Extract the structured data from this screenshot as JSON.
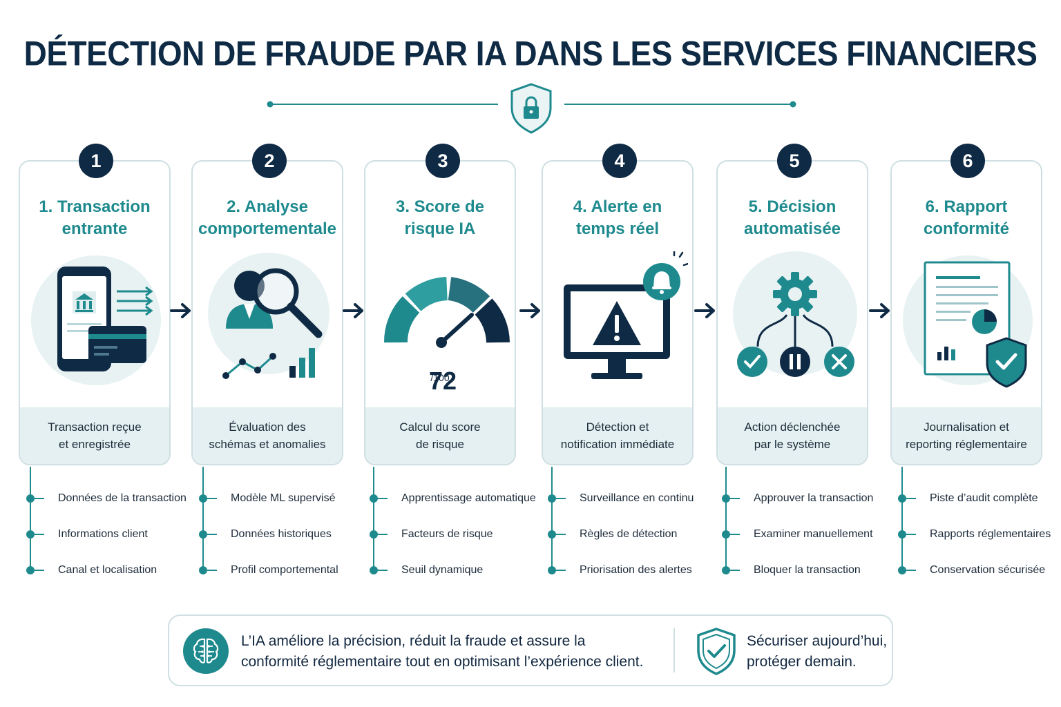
{
  "title": "DÉTECTION DE FRAUDE PAR IA DANS LES SERVICES FINANCIERS",
  "colors": {
    "navy": "#0f2a44",
    "teal": "#1e8a8e",
    "teal_light": "#e4f0f1",
    "border": "#cfdfe2"
  },
  "steps": [
    {
      "number": "1",
      "title": "1. Transaction\nentrante",
      "icon": "mobile-bank-card-icon",
      "footer": "Transaction reçue\net enregistrée",
      "bullets": [
        "Données de la transaction",
        "Informations client",
        "Canal et localisation"
      ]
    },
    {
      "number": "2",
      "title": "2. Analyse\ncomportementale",
      "icon": "user-magnifier-icon",
      "footer": "Évaluation des\nschémas et anomalies",
      "bullets": [
        "Modèle ML supervisé",
        "Données historiques",
        "Profil comportemental"
      ]
    },
    {
      "number": "3",
      "title": "3. Score de\nrisque IA",
      "icon": "gauge-icon",
      "score": "72",
      "score_max": "/100",
      "footer": "Calcul du score\nde risque",
      "bullets": [
        "Apprentissage automatique",
        "Facteurs de risque",
        "Seuil dynamique"
      ]
    },
    {
      "number": "4",
      "title": "4. Alerte en\ntemps réel",
      "icon": "monitor-alert-bell-icon",
      "footer": "Détection et\nnotification immédiate",
      "bullets": [
        "Surveillance en continu",
        "Règles de détection",
        "Priorisation des alertes"
      ]
    },
    {
      "number": "5",
      "title": "5. Décision\nautomatisée",
      "icon": "gear-decision-icon",
      "footer": "Action déclenchée\npar le système",
      "bullets": [
        "Approuver la transaction",
        "Examiner manuellement",
        "Bloquer la transaction"
      ]
    },
    {
      "number": "6",
      "title": "6. Rapport\nconformité",
      "icon": "report-shield-icon",
      "footer": "Journalisation et\nreporting réglementaire",
      "bullets": [
        "Piste d’audit complète",
        "Rapports réglementaires",
        "Conservation sécurisée"
      ]
    }
  ],
  "banner": {
    "text": "L’IA améliore la précision, réduit la fraude et assure la conformité réglementaire tout en optimisant l’expérience client.",
    "slogan": "Sécuriser aujourd’hui, protéger demain.",
    "brain_icon": "ai-brain-icon",
    "shield_icon": "shield-check-icon"
  }
}
